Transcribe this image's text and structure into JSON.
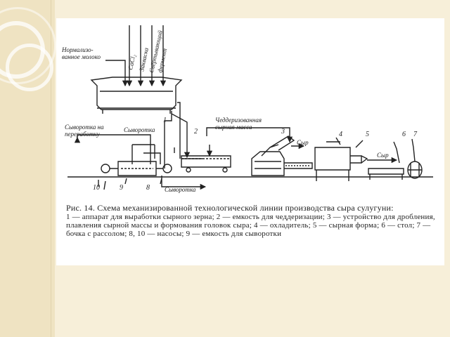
{
  "diagram": {
    "inputs": {
      "pasteurized_milk": [
        "Нормализо-",
        "ванное молоко"
      ],
      "cacl2": "CaCl₂",
      "starter": "Закваска",
      "enzyme": [
        "Свёртывающий",
        "фермент"
      ]
    },
    "flows": {
      "whey_to_processing": [
        "Сыворотка на",
        "переработку"
      ],
      "whey_top": "Сыворотка",
      "whey_bottom": "Сыворотка",
      "cheddared_mass": [
        "Чеддеризованная",
        "сырная масса"
      ],
      "cheese_1": "Сыр",
      "cheese_2": "Сыр"
    },
    "numbers": {
      "n1": "1",
      "n2": "2",
      "n3": "3",
      "n4": "4",
      "n5": "5",
      "n6": "6",
      "n7": "7",
      "n8": "8",
      "n9": "9",
      "n10": "10"
    }
  },
  "caption": {
    "title": "Рис. 14. Схема механизированной технологической линии производства сыра сулугуни:",
    "legend": "1 — аппарат для выработки сырного зерна; 2 — емкость для чеддеризации; 3 — устройство для дробления, плавления сырной массы и формования головок сыра; 4 — охладитель; 5 — сырная форма; 6 — стол; 7 — бочка с рассолом; 8, 10 — насосы; 9 — емкость для сыворотки"
  }
}
